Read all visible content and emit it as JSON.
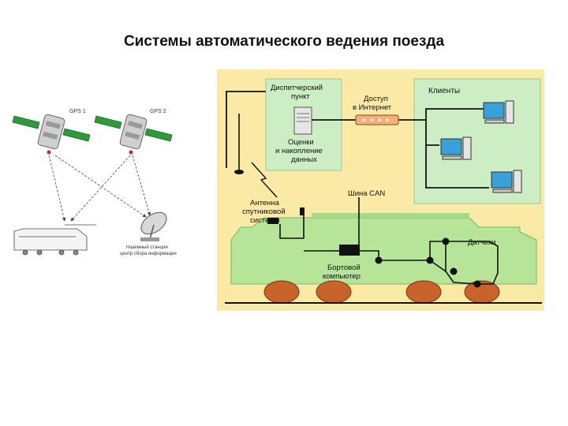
{
  "title": "Системы автоматического ведения поезда",
  "left_diagram": {
    "satellite_1_label": "GPS 1",
    "satellite_2_label": "GPS 2",
    "ground_station_label_line1": "Наземный станция",
    "ground_station_label_line2": "центр сбора информации"
  },
  "right_diagram": {
    "dispatch_line1": "Диспетчерский",
    "dispatch_line2": "пункт",
    "internet_line1": "Доступ",
    "internet_line2": "в Интернет",
    "clients": "Клиенты",
    "evaluation_line1": "Оценки",
    "evaluation_line2": "и накопление",
    "evaluation_line3": "данных",
    "antenna_line1": "Антенна",
    "antenna_line2": "спутниковой",
    "antenna_line3": "системы",
    "can_bus": "Шина CAN",
    "onboard_line1": "Бортовой",
    "onboard_line2": "компьютер",
    "sensors": "Датчики"
  },
  "colors": {
    "background_panel": "#fbe9a6",
    "green_box": "#cdeec4",
    "locomotive": "#b6e59a",
    "wheel": "#c9632c",
    "satellite_panel": "#2e9b3a"
  }
}
